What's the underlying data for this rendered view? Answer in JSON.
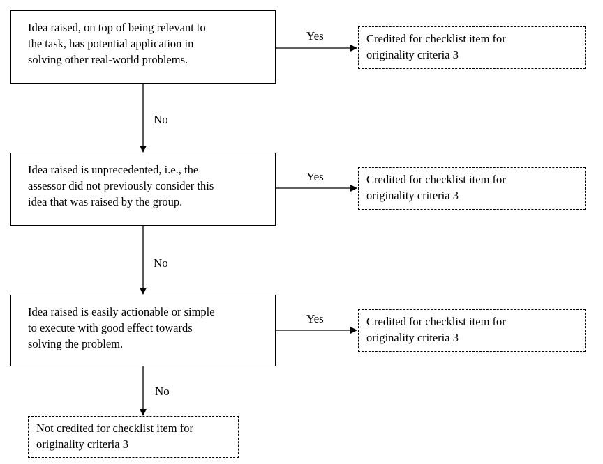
{
  "diagram": {
    "decisions": [
      {
        "lines": [
          "Idea raised, on top of being relevant to",
          "the task, has potential application in",
          "solving other real-world problems."
        ],
        "yes_label": "Yes",
        "result_lines": [
          "Credited for checklist item for",
          "originality  criteria 3"
        ],
        "no_label": "No"
      },
      {
        "lines": [
          "Idea raised is unprecedented, i.e., the",
          "assessor did not previously consider this",
          "idea that was raised by the group."
        ],
        "yes_label": "Yes",
        "result_lines": [
          "Credited for checklist item for",
          "originality  criteria 3"
        ],
        "no_label": "No"
      },
      {
        "lines": [
          "Idea raised is easily actionable or simple",
          "to execute with good effect towards",
          "solving the problem."
        ],
        "yes_label": "Yes",
        "result_lines": [
          "Credited for checklist item for",
          "originality  criteria 3"
        ],
        "no_label": "No"
      }
    ],
    "final_lines": [
      "Not credited for checklist item for",
      "originality criteria 3"
    ]
  }
}
